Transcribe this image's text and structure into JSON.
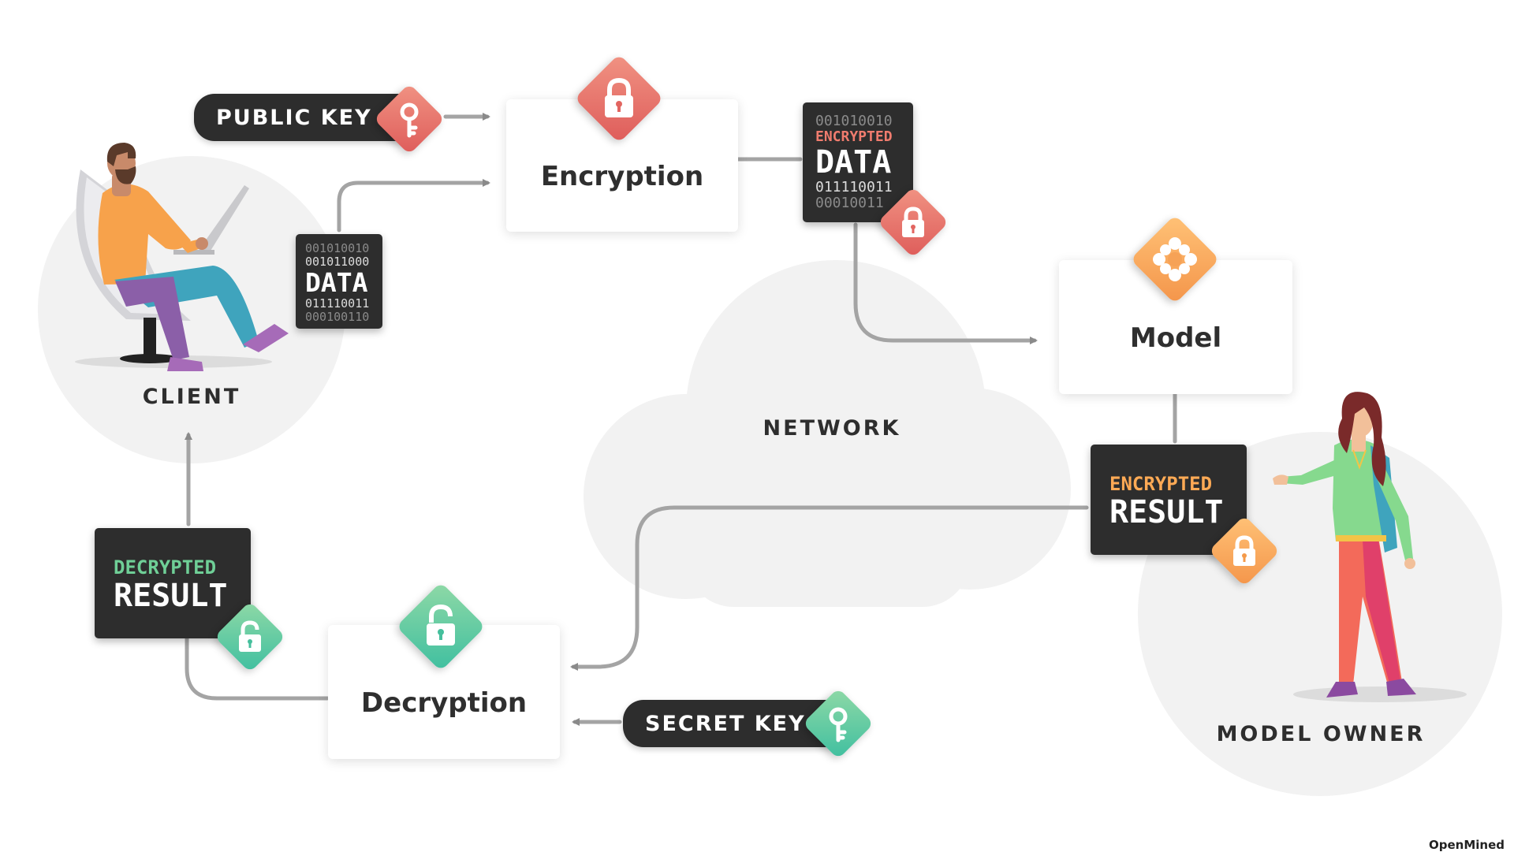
{
  "client": {
    "label": "CLIENT"
  },
  "model_owner": {
    "label": "MODEL OWNER"
  },
  "network": {
    "label": "NETWORK"
  },
  "public_key": {
    "label": "PUBLIC KEY"
  },
  "secret_key": {
    "label": "SECRET KEY"
  },
  "encryption": {
    "label": "Encryption"
  },
  "decryption": {
    "label": "Decryption"
  },
  "model": {
    "label": "Model"
  },
  "data_card": {
    "line1": "001010010",
    "line2": "001011000",
    "title": "DATA",
    "line3": "011110011",
    "line4": "000100110"
  },
  "encrypted_data_card": {
    "line1": "001010010",
    "tag": "ENCRYPTED",
    "title": "DATA",
    "line3": "011110011",
    "line4": "00010011"
  },
  "encrypted_result_card": {
    "tag": "ENCRYPTED",
    "title": "RESULT"
  },
  "decrypted_result_card": {
    "tag": "DECRYPTED",
    "title": "RESULT"
  },
  "brand": {
    "label": "OpenMined"
  },
  "colors": {
    "red_a": "#f0807a",
    "red_b": "#e0605c",
    "orange_a": "#ffb562",
    "orange_b": "#f49a4a",
    "teal_a": "#8fd9a6",
    "teal_b": "#3fbfa0",
    "line": "#9a9a9a",
    "dark": "#2d2d2d"
  }
}
